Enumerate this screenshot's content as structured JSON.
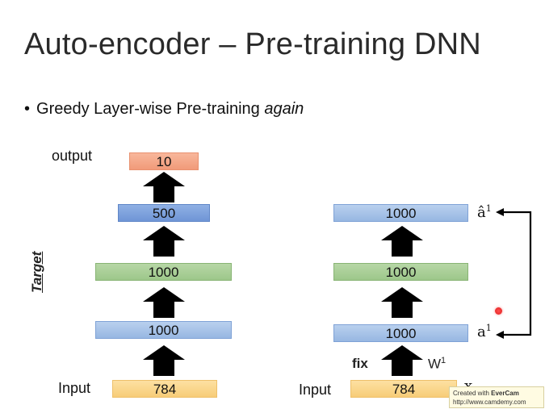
{
  "title": "Auto-encoder – Pre-training DNN",
  "bullet": {
    "marker": "•",
    "text": "Greedy Layer-wise Pre-training ",
    "emphasis": "again"
  },
  "left_network": {
    "output_label": "output",
    "input_label": "Input",
    "target_label": "Target",
    "layers": [
      "10",
      "500",
      "1000",
      "1000",
      "784"
    ]
  },
  "right_network": {
    "input_label": "Input",
    "layers": [
      "1000",
      "1000",
      "1000",
      "784"
    ],
    "a_hat_label_base": "â",
    "a_hat_sup": "1",
    "a_label_base": "a",
    "a_sup": "1",
    "fix_label": "fix",
    "weight_label": "W",
    "weight_sup": "1",
    "x_label": "x"
  },
  "watermark": {
    "line1_prefix": "Created with ",
    "line1_brand": "EverCam",
    "line2": "http://www.camdemy.com"
  },
  "colors": {
    "blue_layer": "#97b7e2",
    "green_layer": "#9dc78a",
    "input_layer": "#f7cd78",
    "output_layer": "#f19a79",
    "arrow": "#000000"
  }
}
